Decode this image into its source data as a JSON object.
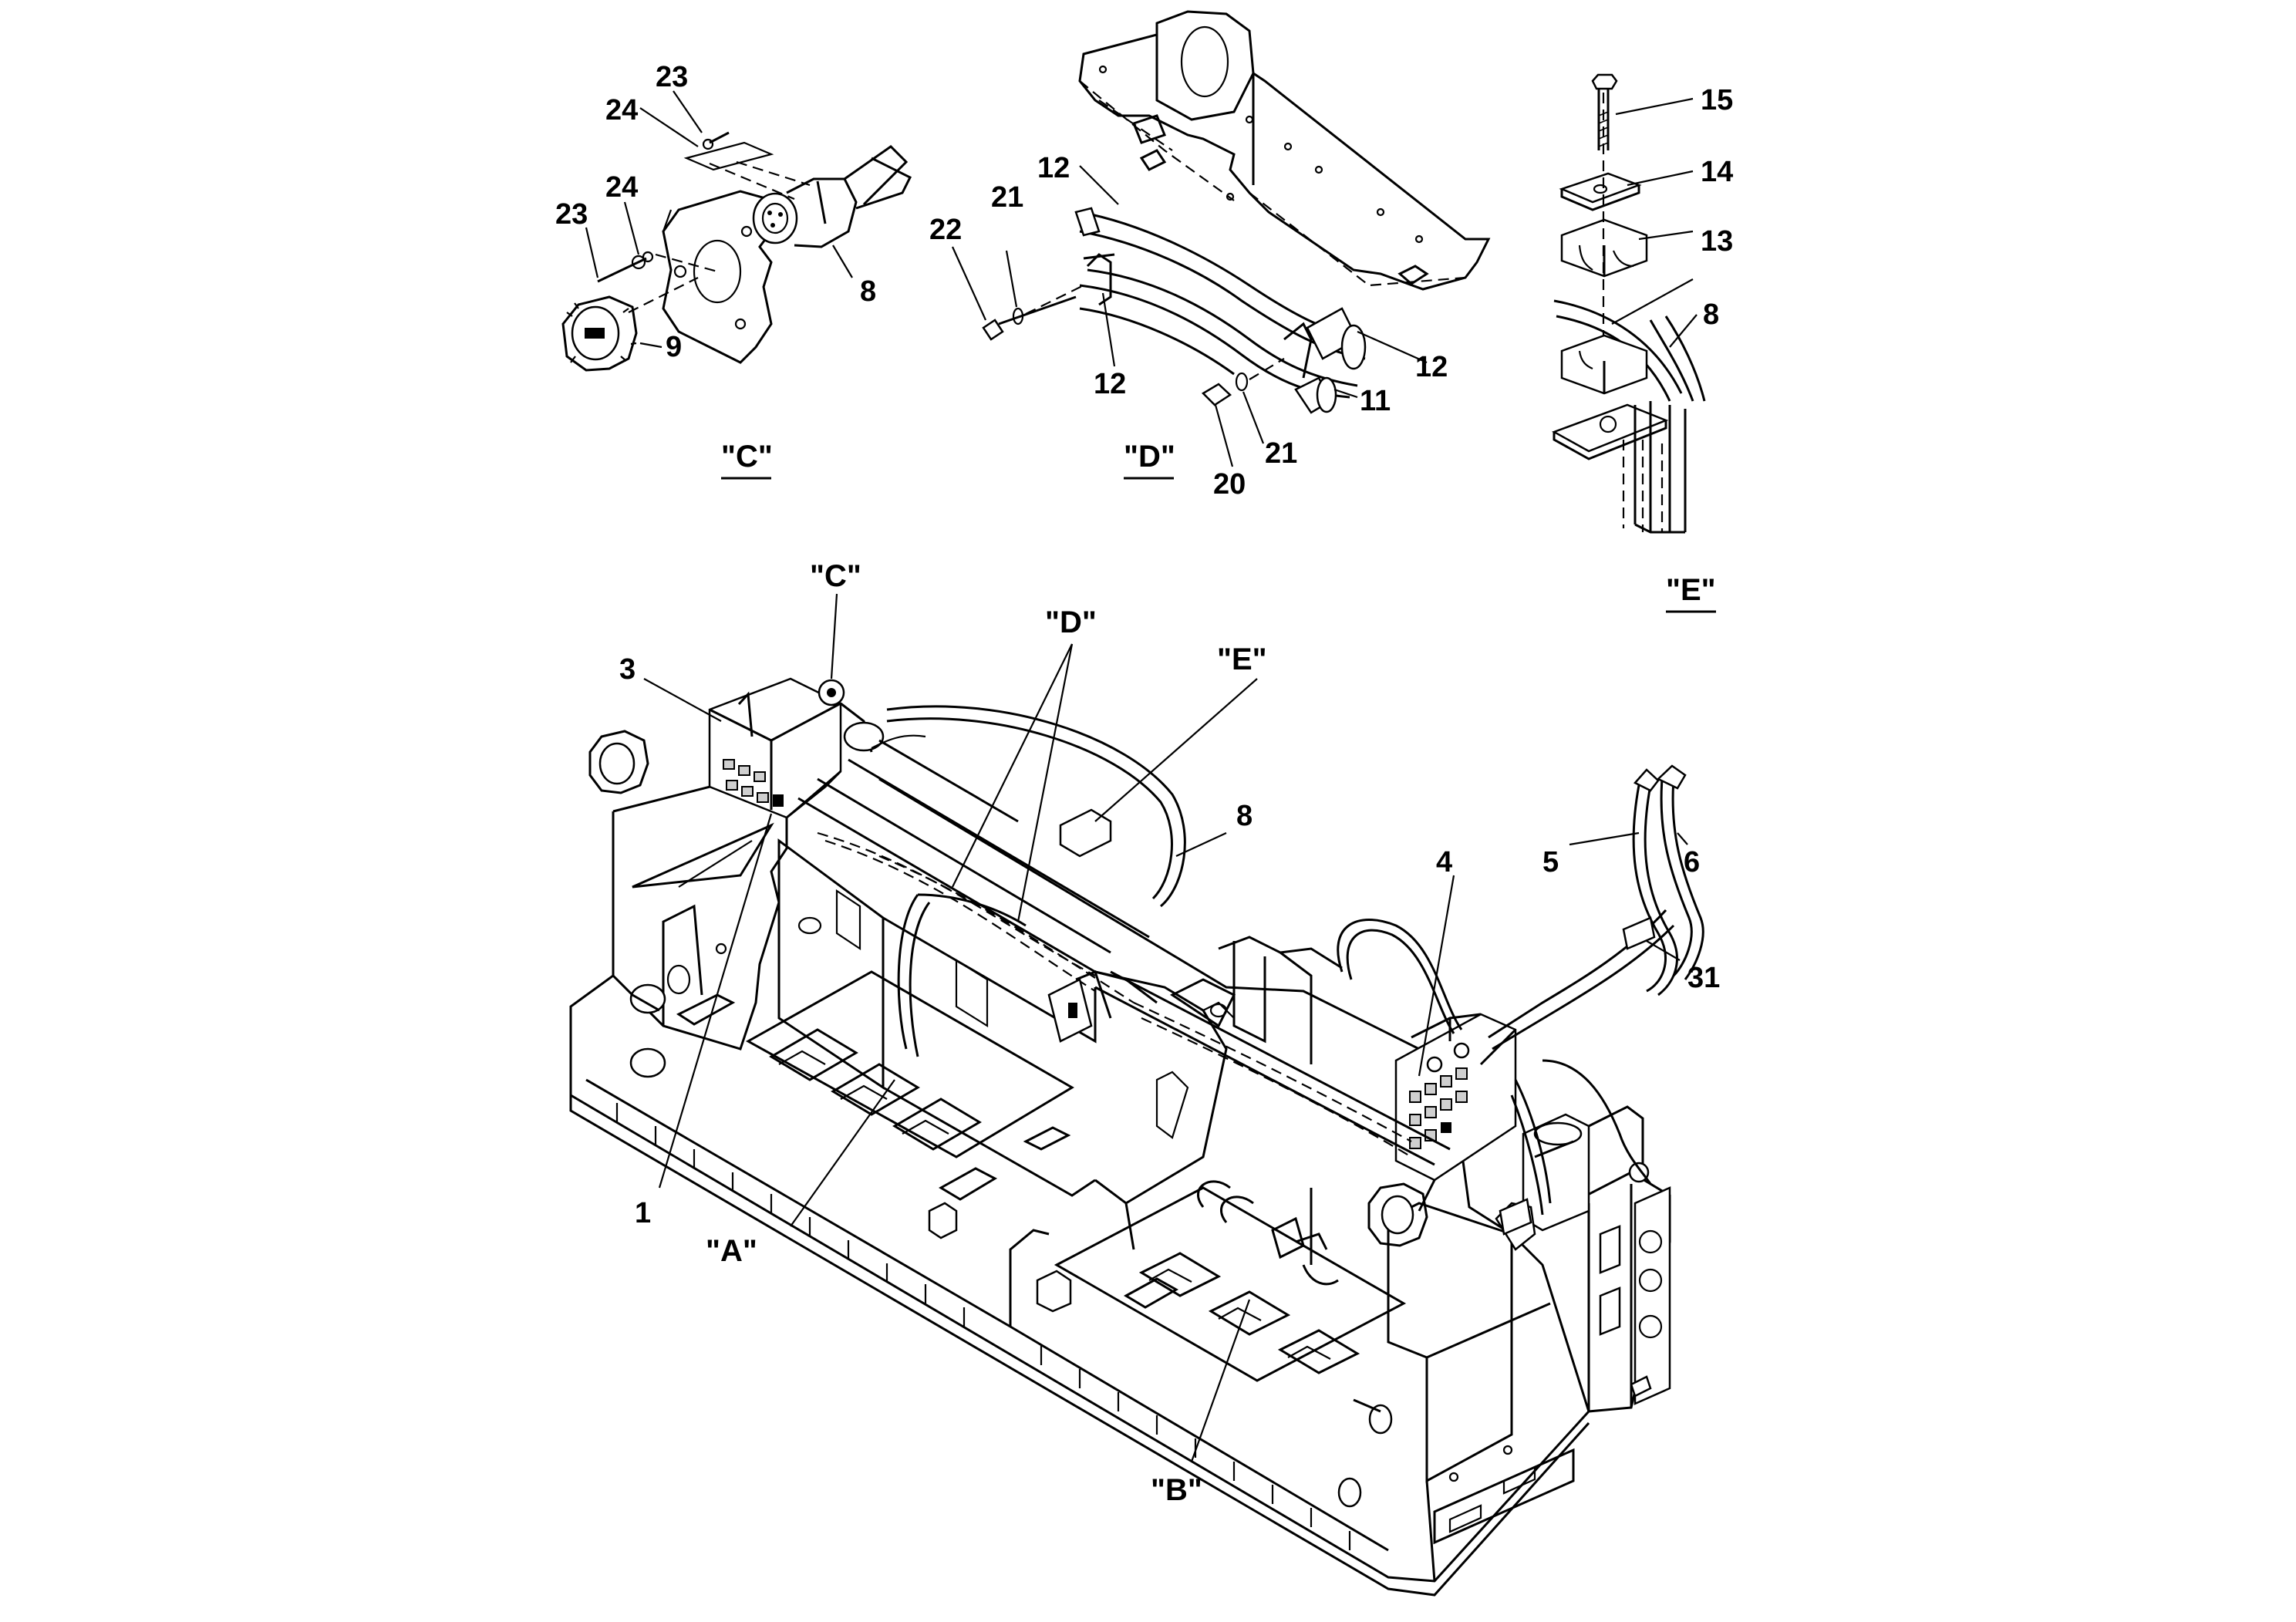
{
  "views": {
    "c": "\"C\"",
    "d": "\"D\"",
    "e": "\"E\""
  },
  "callouts": {
    "c": "\"C\"",
    "d": "\"D\"",
    "e": "\"E\"",
    "a": "\"A\"",
    "b": "\"B\""
  },
  "labels": {
    "c_23_top": "23",
    "c_24_top": "24",
    "c_24_mid": "24",
    "c_23_mid": "23",
    "c_8": "8",
    "c_9": "9",
    "d_12_top": "12",
    "d_21_top": "21",
    "d_22": "22",
    "d_12_bottom": "12",
    "d_12_right": "12",
    "d_11": "11",
    "d_21_bottom": "21",
    "d_20": "20",
    "e_15": "15",
    "e_14": "14",
    "e_13": "13",
    "e_8": "8",
    "m_3": "3",
    "m_8": "8",
    "m_4": "4",
    "m_5": "5",
    "m_6": "6",
    "m_31": "31",
    "m_1": "1"
  }
}
